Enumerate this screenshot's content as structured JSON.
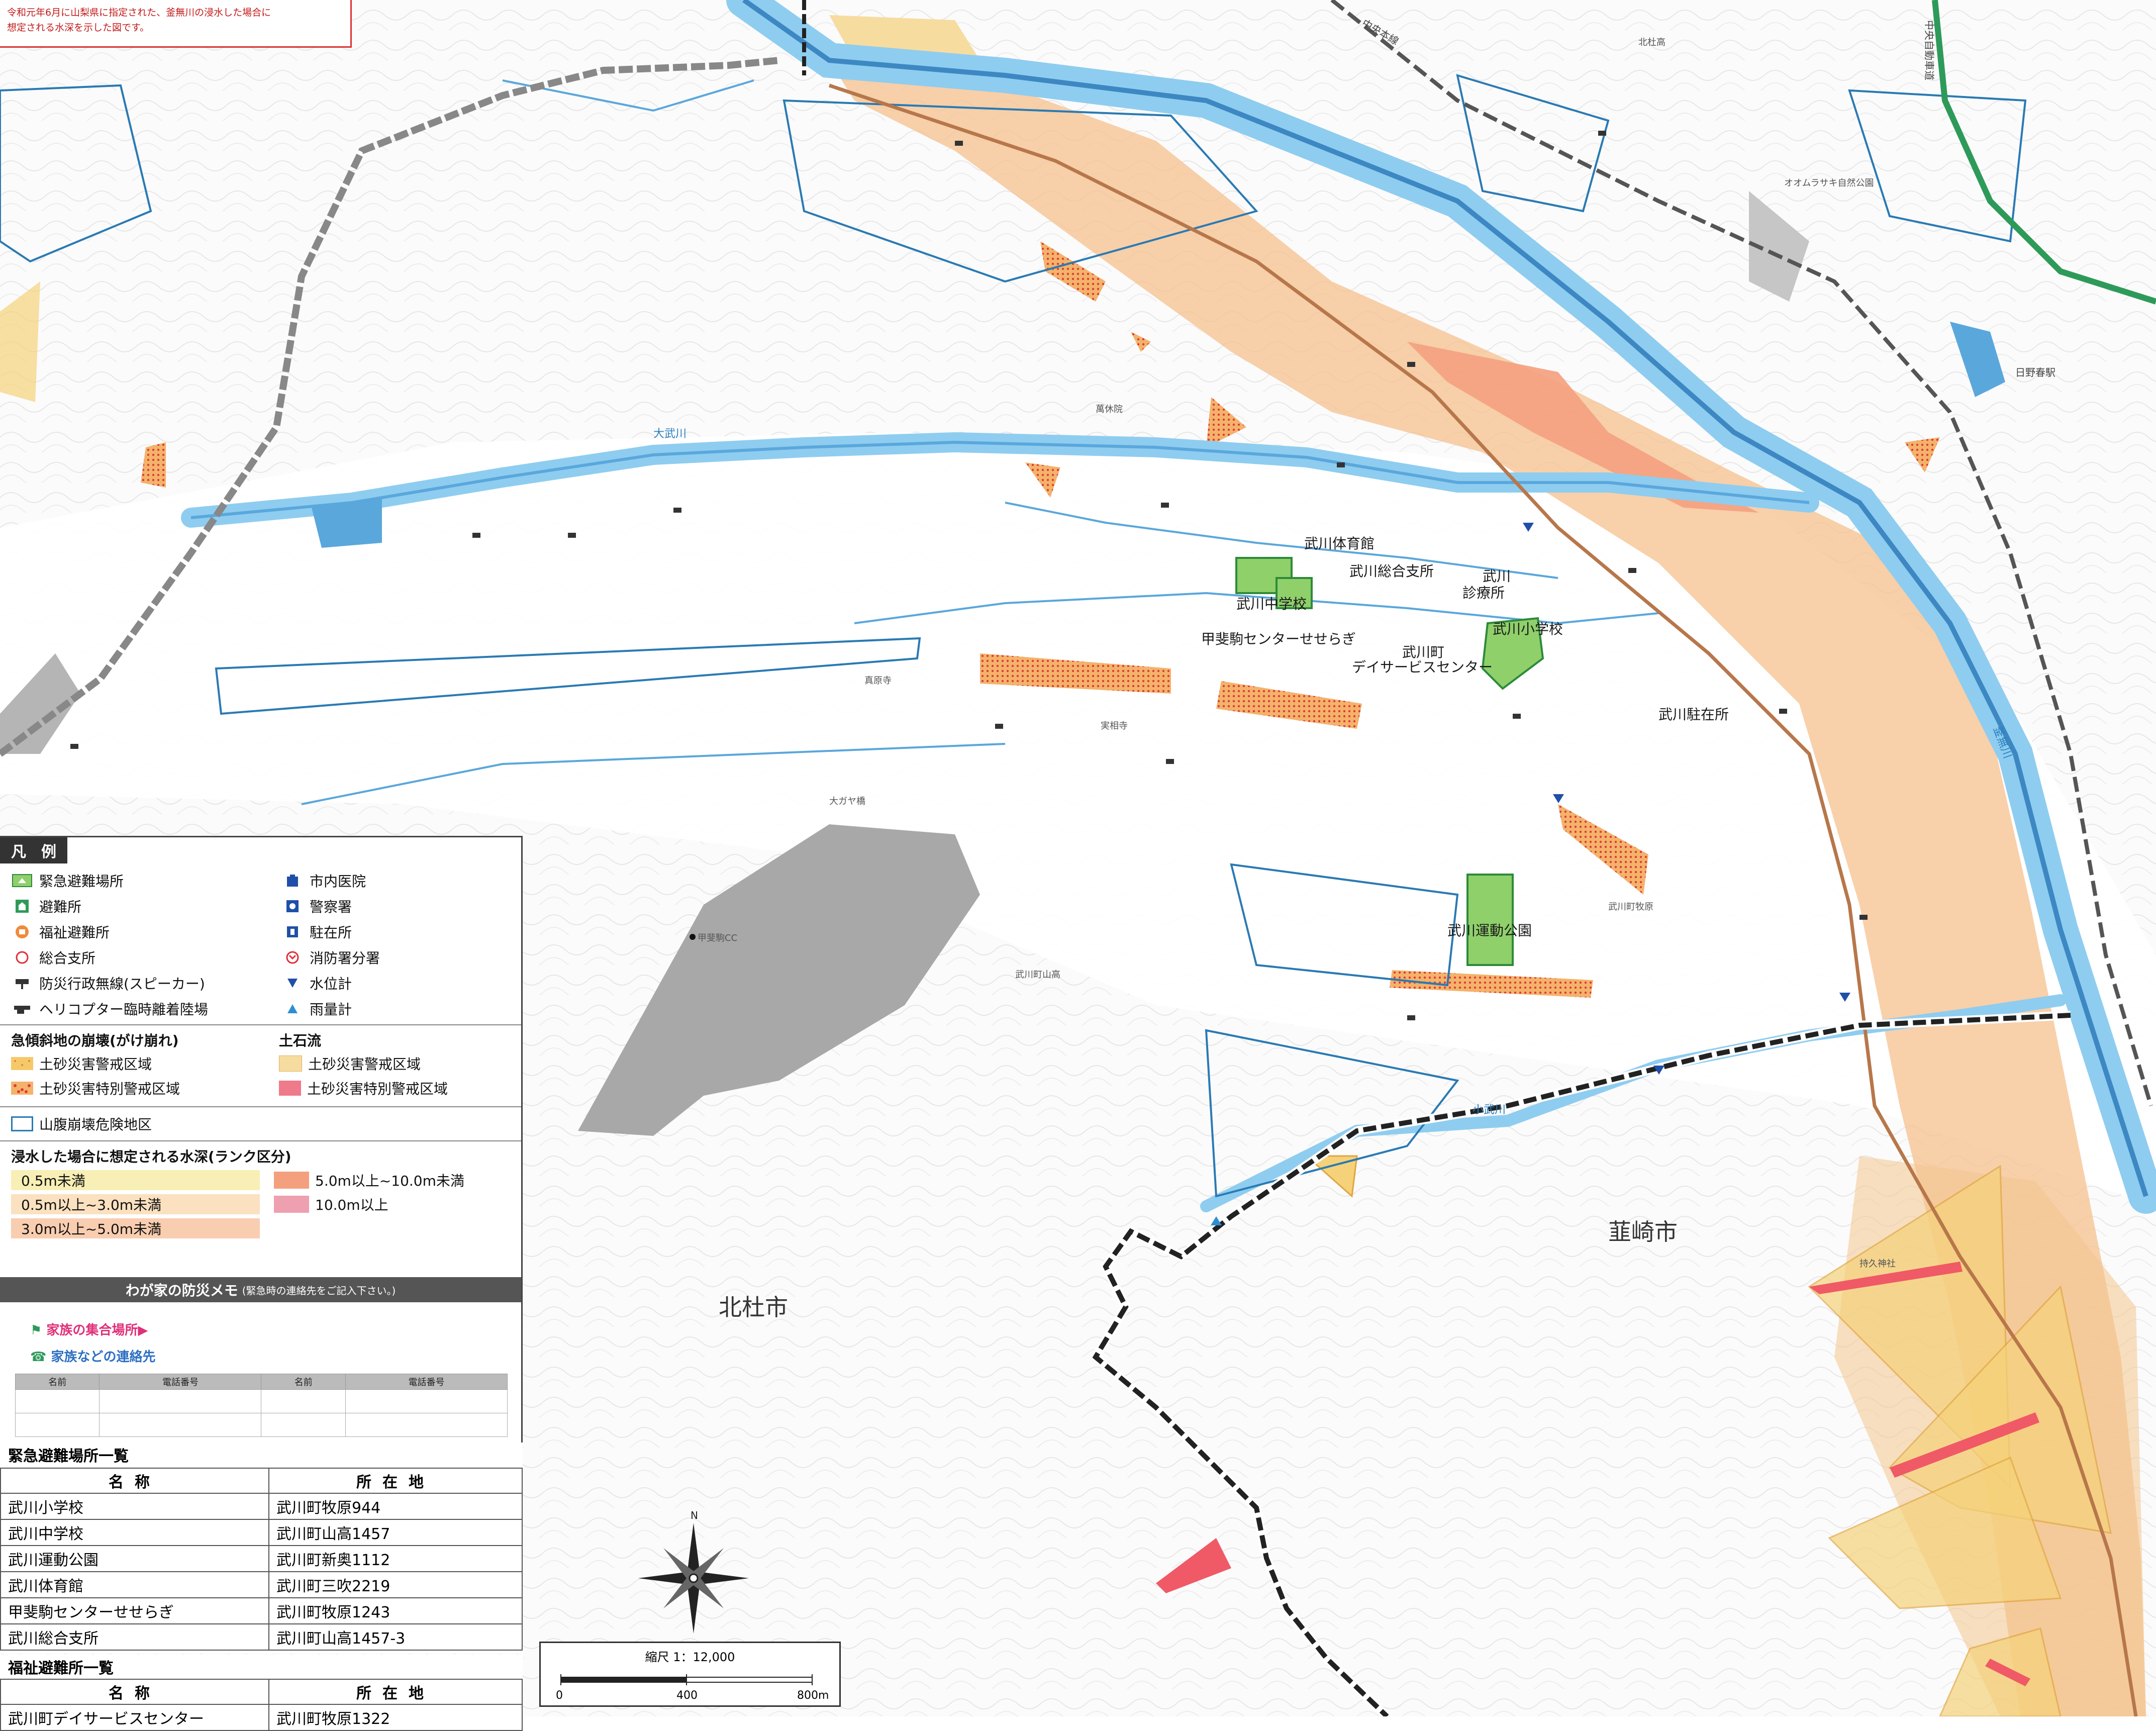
{
  "notice": {
    "line1": "令和元年6月に山梨県に指定された、釜無川の浸水した場合に",
    "line2": "想定される水深を示した図です。"
  },
  "map_labels": {
    "cities": {
      "hokuto": "北杜市",
      "nirasaki": "韮崎市"
    },
    "facilities": {
      "gym": "武川体育館",
      "branch": "武川総合支所",
      "clinic_line1": "武川",
      "clinic_line2": "診療所",
      "junior_high": "武川中学校",
      "elementary": "武川小学校",
      "seseragi": "甲斐駒センターせせらぎ",
      "day_service_line1": "武川町",
      "day_service_line2": "デイサービスセンター",
      "police_box": "武川駐在所",
      "sports_park": "武川運動公園"
    },
    "rivers": {
      "omukawa": "大武川",
      "komukawa": "小武川",
      "kamanashi": "釜無川"
    },
    "stations": {
      "hinoharu": "日野春駅"
    },
    "roads": {
      "chuo_line": "中央本線",
      "chuo_expressway": "中央自動車道"
    },
    "places": {
      "golf": "甲斐駒CC",
      "fudoin": "萬休院",
      "hinoharu_park": "オオムラサキ自然公園",
      "kitanoshinmei": "北杜高",
      "jisso": "実相寺",
      "kikui": "持久神社",
      "oga": "大ガヤ橋",
      "shrine1": "真原寺",
      "yamataka": "武川町山高",
      "maki": "武川町牧原"
    }
  },
  "legend": {
    "title": "凡　例",
    "facility_items": [
      {
        "icon": "emergency-evacuation-site-icon",
        "label": "緊急避難場所"
      },
      {
        "icon": "evacuation-shelter-icon",
        "label": "避難所"
      },
      {
        "icon": "welfare-shelter-icon",
        "label": "福祉避難所"
      },
      {
        "icon": "branch-office-icon",
        "label": "総合支所"
      },
      {
        "icon": "disaster-radio-speaker-icon",
        "label": "防災行政無線(スピーカー)"
      },
      {
        "icon": "heliport-icon",
        "label": "ヘリコプター臨時離着陸場"
      }
    ],
    "facility_items_right": [
      {
        "icon": "hospital-icon",
        "label": "市内医院"
      },
      {
        "icon": "police-station-icon",
        "label": "警察署"
      },
      {
        "icon": "police-box-icon",
        "label": "駐在所"
      },
      {
        "icon": "fire-station-icon",
        "label": "消防署分署"
      },
      {
        "icon": "water-level-gauge-icon",
        "label": "水位計"
      },
      {
        "icon": "rain-gauge-icon",
        "label": "雨量計"
      }
    ],
    "landslide_title": "急傾斜地の崩壊(がけ崩れ)",
    "landslide_items": [
      {
        "label": "土砂災害警戒区域",
        "color": "#f5c96a"
      },
      {
        "label": "土砂災害特別警戒区域",
        "color": "#e8707a"
      }
    ],
    "debris_title": "土石流",
    "debris_items": [
      {
        "label": "土砂災害警戒区域",
        "color": "#f7dca0"
      },
      {
        "label": "土砂災害特別警戒区域",
        "color": "#ef7a8a"
      }
    ],
    "mountain_collapse": "山腹崩壊危険地区",
    "depth_title": "浸水した場合に想定される水深(ランク区分)",
    "depth_items": [
      {
        "label": "0.5m未満",
        "color": "#f7efb5"
      },
      {
        "label": "0.5m以上~3.0m未満",
        "color": "#fbe1c0"
      },
      {
        "label": "3.0m以上~5.0m未満",
        "color": "#f9cdb0"
      },
      {
        "label": "5.0m以上~10.0m未満",
        "color": "#f4a07e"
      },
      {
        "label": "10.0m以上",
        "color": "#eea0b0"
      }
    ]
  },
  "memo": {
    "title": "わが家の防災メモ",
    "subtitle": "(緊急時の連絡先をご記入下さい。)",
    "meeting_place": "家族の集合場所▶",
    "contacts": "家族などの連絡先",
    "columns": [
      "名前",
      "電話番号",
      "名前",
      "電話番号"
    ]
  },
  "emergency_list": {
    "title": "緊急避難場所一覧",
    "headers": [
      "名称",
      "所在地"
    ],
    "rows": [
      [
        "武川小学校",
        "武川町牧原944"
      ],
      [
        "武川中学校",
        "武川町山高1457"
      ],
      [
        "武川運動公園",
        "武川町新奥1112"
      ],
      [
        "武川体育館",
        "武川町三吹2219"
      ],
      [
        "甲斐駒センターせせらぎ",
        "武川町牧原1243"
      ],
      [
        "武川総合支所",
        "武川町山高1457-3"
      ]
    ]
  },
  "welfare_list": {
    "title": "福祉避難所一覧",
    "headers": [
      "名称",
      "所在地"
    ],
    "rows": [
      [
        "武川町デイサービスセンター",
        "武川町牧原1322"
      ]
    ]
  },
  "scale": {
    "label": "縮尺 1：12,000",
    "ticks": [
      "0",
      "400",
      "800m"
    ]
  },
  "colors": {
    "river": "#5aa7dc",
    "flood": "#f6c08e",
    "landslide_special": "#e8505a",
    "city_boundary": "#222222",
    "expressway": "#2e9a5a",
    "shelter_green": "#8fd06a"
  }
}
